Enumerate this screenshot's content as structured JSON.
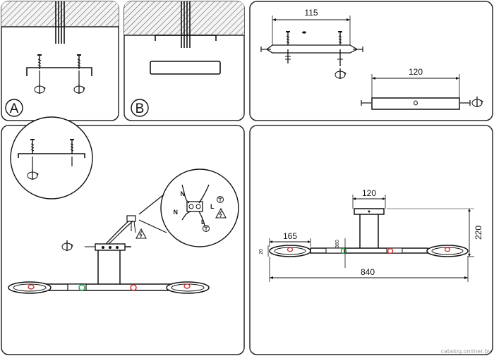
{
  "panels": {
    "a": {
      "label": "A"
    },
    "b": {
      "label": "B"
    },
    "mount": {
      "dim_bracket": "115",
      "dim_canopy": "120"
    },
    "wiring": {
      "wire_n_1": "N",
      "wire_l_1": "L",
      "wire_n_2": "N",
      "wire_l_2": "L"
    },
    "dimensions": {
      "canopy_width": "120",
      "ring_diameter": "165",
      "ring_gap": "360",
      "ring_height": "20",
      "total_height": "220",
      "total_length": "840"
    }
  },
  "watermark": "catalog.onliner.by",
  "colors": {
    "line": "#1a1a1a",
    "hatch": "#555555",
    "red": "#d03030",
    "green": "#2aa84a",
    "border": "#2a2a2a"
  }
}
